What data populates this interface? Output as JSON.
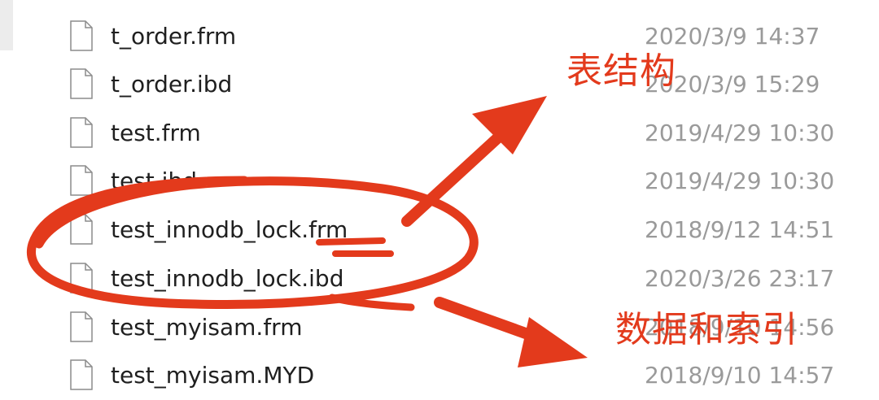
{
  "files": [
    {
      "name": "t_order.frm",
      "date": "2020/3/9 14:37"
    },
    {
      "name": "t_order.ibd",
      "date": "2020/3/9 15:29"
    },
    {
      "name": "test.frm",
      "date": "2019/4/29 10:30"
    },
    {
      "name": "test.ibd",
      "date": "2019/4/29 10:30"
    },
    {
      "name": "test_innodb_lock.frm",
      "date": "2018/9/12 14:51"
    },
    {
      "name": "test_innodb_lock.ibd",
      "date": "2020/3/26 23:17"
    },
    {
      "name": "test_myisam.frm",
      "date": "2018/9/10 14:56"
    },
    {
      "name": "test_myisam.MYD",
      "date": "2018/9/10 14:57"
    }
  ],
  "annotations": {
    "table_structure": "表结构",
    "data_and_index": "数据和索引"
  },
  "colors": {
    "annotation": "#e33a1c",
    "date_text": "#9a9a9a",
    "name_text": "#1f1f1f"
  }
}
